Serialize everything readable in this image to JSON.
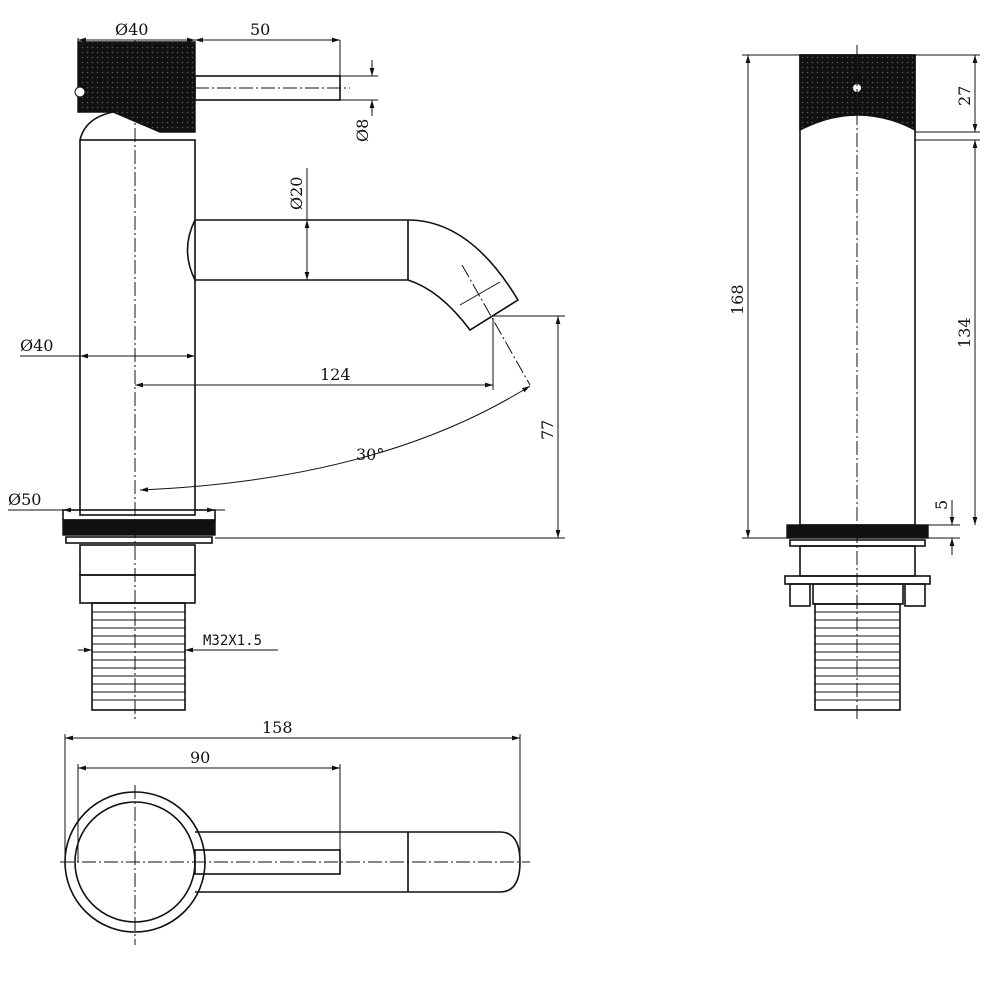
{
  "title": "Basin mixer technical drawing",
  "side_view": {
    "handle_diameter": "Ø40",
    "lever_length": "50",
    "lever_diameter": "Ø8",
    "spout_diameter": "Ø20",
    "body_diameter": "Ø40",
    "spout_reach": "124",
    "spout_angle": "30°",
    "spout_height": "77",
    "base_diameter": "Ø50",
    "thread": "M32X1.5"
  },
  "top_view": {
    "overall_length": "158",
    "lever_reach": "90"
  },
  "front_view": {
    "overall_height": "168",
    "handle_height": "27",
    "body_height": "134",
    "base_height": "5"
  }
}
